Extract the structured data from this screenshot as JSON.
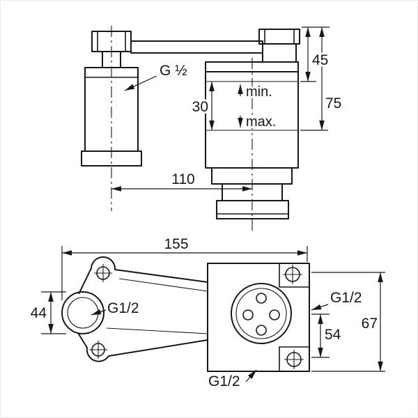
{
  "colors": {
    "line": "#161616",
    "bg": "#ffffff",
    "border": "#e9e9e9"
  },
  "top_view": {
    "thread_label": "G ½",
    "min_label": "min.",
    "max_label": "max.",
    "dim_spout_height": "45",
    "dim_max_depth": "75",
    "dim_adjust_range": "30",
    "dim_center_distance": "110"
  },
  "bottom_view": {
    "dim_width": "155",
    "dim_left_port": "44",
    "thread_left": "G1/2",
    "thread_right": "G1/2",
    "thread_bottom": "G1/2",
    "dim_hole_offset": "54",
    "dim_height": "67"
  }
}
